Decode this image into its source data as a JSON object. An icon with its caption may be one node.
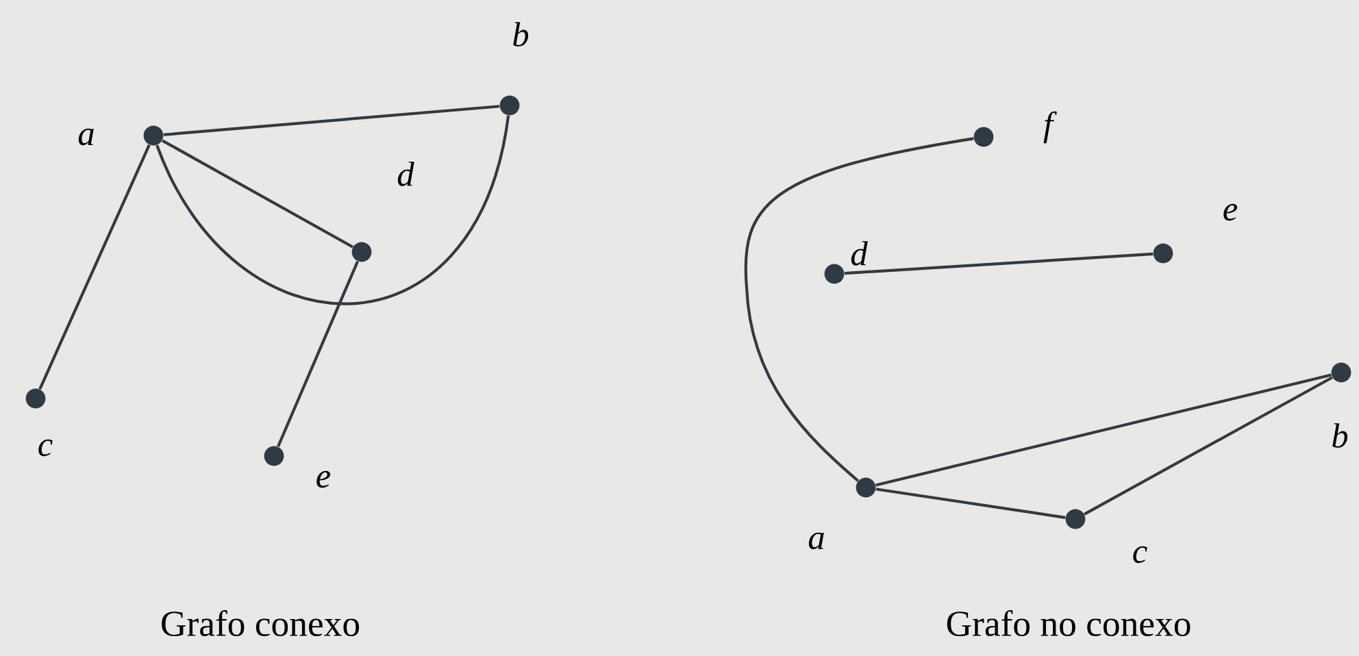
{
  "diagram": {
    "nodes": [
      {
        "text": [],
        "shape": "circle",
        "beside": [
          "a"
        ]
      },
      {
        "text": [],
        "shape": "circle",
        "beside": [
          "b"
        ]
      },
      {
        "text": [],
        "shape": "circle",
        "beside": [
          "c"
        ]
      },
      {
        "text": [],
        "shape": "circle",
        "beside": [
          "d"
        ]
      },
      {
        "text": [],
        "shape": "circle",
        "beside": [
          "e"
        ]
      },
      {
        "text": [],
        "shape": "circle",
        "beside": [
          "a"
        ]
      },
      {
        "text": [],
        "shape": "circle",
        "beside": [
          "b"
        ]
      },
      {
        "text": [],
        "shape": "circle",
        "beside": [
          "c"
        ]
      },
      {
        "text": [],
        "shape": "circle",
        "beside": [
          "d"
        ]
      },
      {
        "text": [],
        "shape": "circle",
        "beside": [
          "e"
        ]
      },
      {
        "text": [],
        "shape": "circle",
        "beside": [
          "f"
        ]
      }
    ],
    "edges": [
      {
        "from": 0,
        "to": 1,
        "arrow": "none"
      },
      {
        "from": 0,
        "to": 1,
        "arrow": "none"
      },
      {
        "from": 0,
        "to": 3,
        "arrow": "none"
      },
      {
        "from": 0,
        "to": 2,
        "arrow": "none"
      },
      {
        "from": 3,
        "to": 4,
        "arrow": "none"
      },
      {
        "from": 10,
        "to": 5,
        "arrow": "none"
      },
      {
        "from": 8,
        "to": 9,
        "arrow": "none"
      },
      {
        "from": 5,
        "to": 6,
        "arrow": "none"
      },
      {
        "from": 5,
        "to": 7,
        "arrow": "none"
      },
      {
        "from": 7,
        "to": 6,
        "arrow": "none"
      }
    ],
    "labels": [
      "Grafo conexo",
      "Grafo no conexo"
    ]
  }
}
